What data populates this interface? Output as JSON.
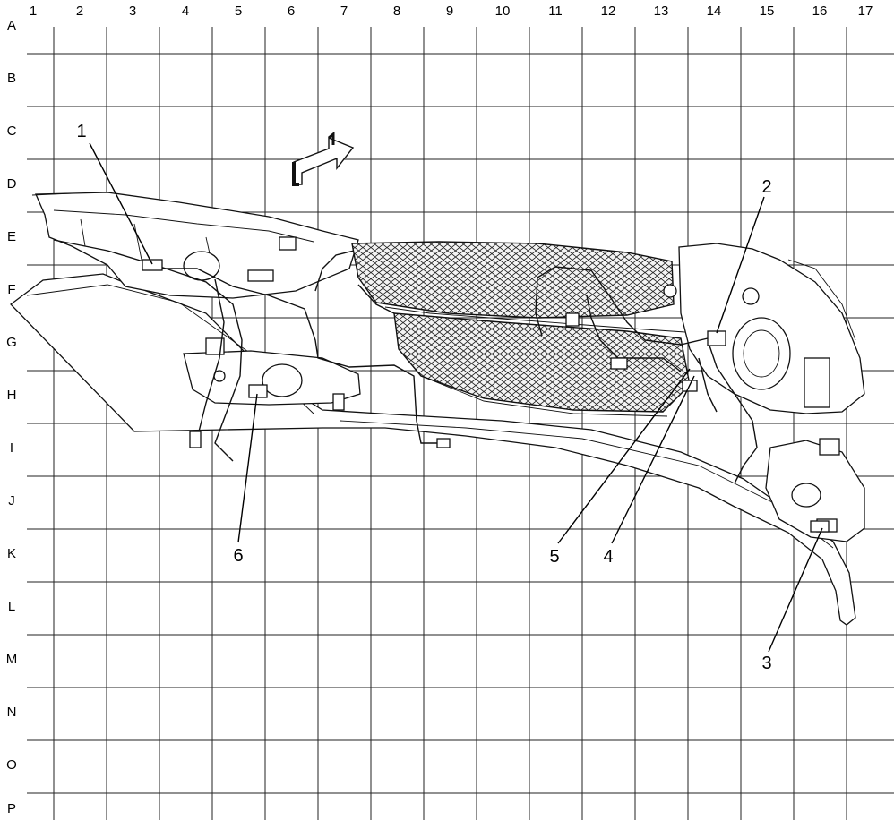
{
  "grid": {
    "columns": [
      "1",
      "2",
      "3",
      "4",
      "5",
      "6",
      "7",
      "8",
      "9",
      "10",
      "11",
      "12",
      "13",
      "14",
      "15",
      "16",
      "17"
    ],
    "rows": [
      "A",
      "B",
      "C",
      "D",
      "E",
      "F",
      "G",
      "H",
      "I",
      "J",
      "K",
      "L",
      "M",
      "N",
      "O",
      "P"
    ]
  },
  "callouts": [
    "1",
    "2",
    "3",
    "4",
    "5",
    "6"
  ]
}
